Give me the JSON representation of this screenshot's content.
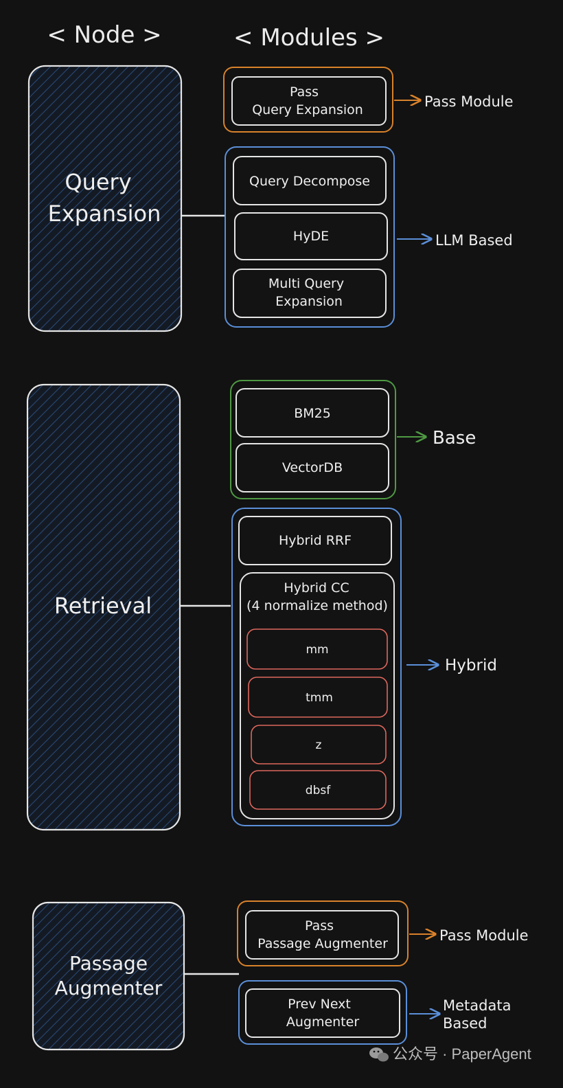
{
  "headers": {
    "node": "< Node >",
    "modules": "< Modules >"
  },
  "nodes": {
    "query_expansion": [
      "Query",
      "Expansion"
    ],
    "retrieval": [
      "Retrieval"
    ],
    "passage_augmenter": [
      "Passage",
      "Augmenter"
    ]
  },
  "modules": {
    "pass_query_expansion": [
      "Pass",
      "Query Expansion"
    ],
    "query_decompose": "Query Decompose",
    "hyde": "HyDE",
    "multi_query_expansion": [
      "Multi Query",
      "Expansion"
    ],
    "bm25": "BM25",
    "vectordb": "VectorDB",
    "hybrid_rrf": "Hybrid RRF",
    "hybrid_cc": [
      "Hybrid CC",
      "(4 normalize method)"
    ],
    "normalize_methods": [
      "mm",
      "tmm",
      "z",
      "dbsf"
    ],
    "pass_passage_augmenter": [
      "Pass",
      "Passage Augmenter"
    ],
    "prev_next_augmenter": [
      "Prev Next",
      "Augmenter"
    ]
  },
  "categories": {
    "pass_module_1": "Pass Module",
    "llm_based": "LLM Based",
    "base": "Base",
    "hybrid": "Hybrid",
    "pass_module_2": "Pass Module",
    "metadata_based": [
      "Metadata",
      "Based"
    ]
  },
  "colors": {
    "background": "#121212",
    "outline": "#e6e6e6",
    "orange": "#d9822b",
    "blue": "#5b8fd9",
    "green": "#4e9a43",
    "red": "#e0685e",
    "node_hatch": "#2a4c7a"
  },
  "watermark": "公众号 · PaperAgent"
}
